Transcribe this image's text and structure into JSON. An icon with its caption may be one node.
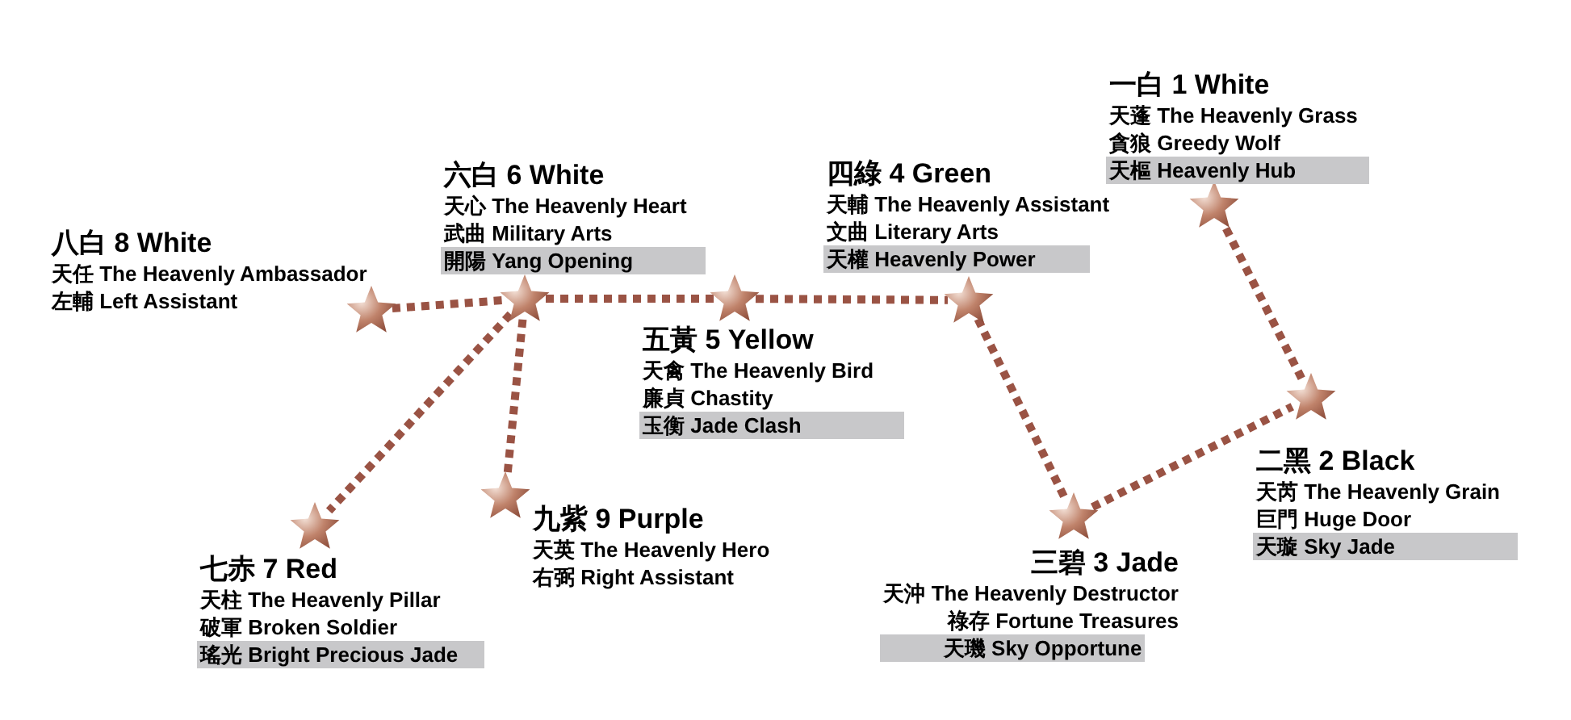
{
  "diagram": {
    "nodes": [
      {
        "text": [],
        "shape": "star",
        "beside": [
          "一白 1 White",
          "天蓬 The Heavenly Grass",
          "貪狼 Greedy Wolf",
          "天樞 Heavenly Hub"
        ]
      },
      {
        "text": [],
        "shape": "star",
        "beside": [
          "二黑 2 Black",
          "天芮 The Heavenly Grain",
          "巨門 Huge Door",
          "天璇 Sky Jade"
        ]
      },
      {
        "text": [],
        "shape": "star",
        "beside": [
          "三碧 3 Jade",
          "天沖 The Heavenly Destructor",
          "祿存 Fortune Treasures",
          "天璣 Sky Opportune"
        ]
      },
      {
        "text": [],
        "shape": "star",
        "beside": [
          "四綠 4 Green",
          "天輔 The Heavenly Assistant",
          "文曲 Literary Arts",
          "天權 Heavenly Power"
        ]
      },
      {
        "text": [],
        "shape": "star",
        "beside": [
          "五黃 5 Yellow",
          "天禽 The Heavenly Bird",
          "廉貞 Chastity",
          "玉衡 Jade Clash"
        ]
      },
      {
        "text": [],
        "shape": "star",
        "beside": [
          "六白 6 White",
          "天心 The Heavenly Heart",
          "武曲 Military Arts",
          "開陽 Yang Opening"
        ]
      },
      {
        "text": [],
        "shape": "star",
        "beside": [
          "七赤 7 Red",
          "天柱 The Heavenly Pillar",
          "破軍 Broken Soldier",
          "瑤光 Bright Precious Jade"
        ]
      },
      {
        "text": [],
        "shape": "star",
        "beside": [
          "八白 8 White",
          "天任 The Heavenly Ambassador",
          "左輔 Left Assistant"
        ]
      },
      {
        "text": [],
        "shape": "star",
        "beside": [
          "九紫 9 Purple",
          "天英 The Heavenly Hero",
          "右弼 Right Assistant"
        ]
      }
    ],
    "edges": [
      {
        "from": 7,
        "to": 5,
        "arrow": "none"
      },
      {
        "from": 5,
        "to": 4,
        "arrow": "none"
      },
      {
        "from": 4,
        "to": 3,
        "arrow": "none"
      },
      {
        "from": 3,
        "to": 2,
        "arrow": "none"
      },
      {
        "from": 2,
        "to": 1,
        "arrow": "none"
      },
      {
        "from": 1,
        "to": 0,
        "arrow": "none"
      },
      {
        "from": 5,
        "to": 6,
        "arrow": "none"
      },
      {
        "from": 5,
        "to": 8,
        "arrow": "none"
      }
    ]
  }
}
